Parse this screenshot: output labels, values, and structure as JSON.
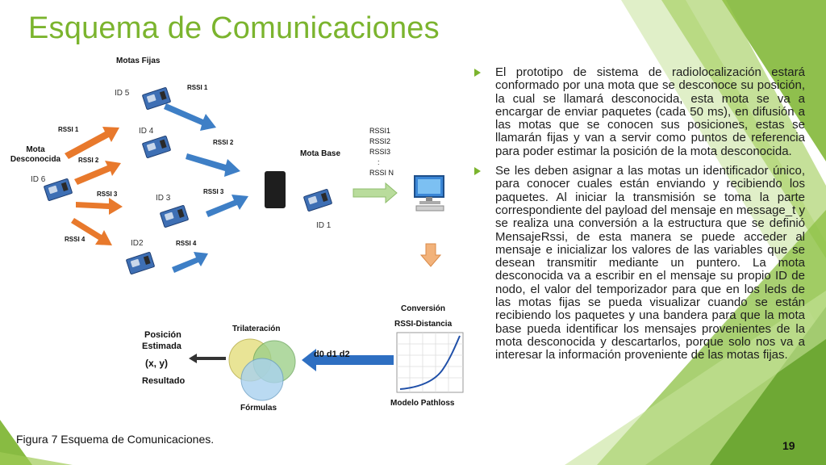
{
  "title": "Esquema de Comunicaciones",
  "diagram": {
    "motas_fijas": "Motas Fijas",
    "mota_desconocida": "Mota Desconocida",
    "mota_base": "Mota Base",
    "ids": {
      "id5": "ID 5",
      "id4": "ID 4",
      "id3": "ID 3",
      "id2": "ID2",
      "id6": "ID 6",
      "id1": "ID 1"
    },
    "rssi_left": [
      "RSSI 1",
      "RSSI 2",
      "RSSI 3",
      "RSSI 4"
    ],
    "rssi_right": [
      "RSSI 1",
      "RSSI 2",
      "RSSI 3",
      "RSSI 4"
    ],
    "rssi_list": [
      "RSSI1",
      "RSSI2",
      "RSSI3",
      ":",
      "RSSI N"
    ],
    "conversion": "Conversión",
    "rssi_distancia": "RSSI-Distancia",
    "modelo_pathloss": "Modelo Pathloss",
    "trilateracion": "Trilateración",
    "formulas": "Fórmulas",
    "distances": "d0 d1 d2",
    "posicion": "Posición",
    "estimada": "Estimada",
    "xy": "(x, y)",
    "resultado": "Resultado"
  },
  "bullets": [
    "El prototipo de sistema de radiolocalización estará conformado por una mota que se desconoce su posición, la cual se llamará desconocida, esta mota se va a encargar de enviar paquetes  (cada 50 ms),  en difusión a las motas que se conocen sus posiciones, estas se llamarán fijas  y  van a servir como puntos de referencia para poder  estimar la posición de la mota desconocida.",
    "Se les deben asignar a las motas un identificador único, para conocer cuales están enviando y recibiendo los paquetes. Al iniciar la transmisión se toma la parte correspondiente del payload del mensaje en message_t y se realiza una conversión a la estructura que se definió MensajeRssi, de esta manera se puede  acceder al mensaje e inicializar los valores de las variables que se desean transmitir mediante un puntero. La mota desconocida  va a escribir en el mensaje su propio ID de nodo, el valor del temporizador para que en los leds de las motas fijas se pueda visualizar cuando se están recibiendo los paquetes y una bandera para que la mota base pueda identificar los mensajes provenientes de la mota desconocida y descartarlos, porque solo nos va a interesar la información proveniente de las motas fijas."
  ],
  "caption": "Figura 7 Esquema de Comunicaciones.",
  "page_number": "19",
  "colors": {
    "accent": "#7bb42e",
    "arrow_orange": "#e8792c",
    "arrow_blue": "#3e7fc6",
    "arrow_green": "#b9dc9c"
  }
}
